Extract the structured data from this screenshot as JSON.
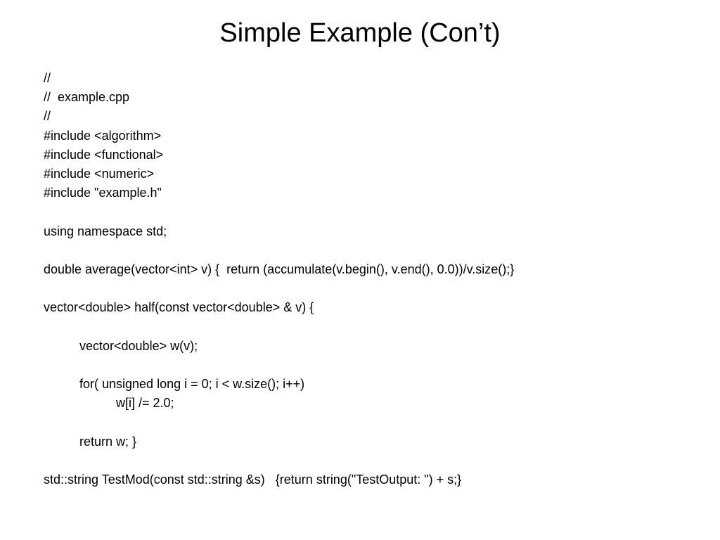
{
  "slide": {
    "title": "Simple Example (Con’t)",
    "lines": [
      {
        "text": "//",
        "indent": 0
      },
      {
        "text": "//  example.cpp",
        "indent": 0
      },
      {
        "text": "//",
        "indent": 0
      },
      {
        "text": "#include <algorithm>",
        "indent": 0
      },
      {
        "text": "#include <functional>",
        "indent": 0
      },
      {
        "text": "#include <numeric>",
        "indent": 0
      },
      {
        "text": "#include \"example.h\"",
        "indent": 0
      },
      {
        "text": "",
        "indent": 0
      },
      {
        "text": "using namespace std;",
        "indent": 0
      },
      {
        "text": "",
        "indent": 0
      },
      {
        "text": "double average(vector<int> v) {  return (accumulate(v.begin(), v.end(), 0.0))/v.size();}",
        "indent": 0
      },
      {
        "text": "",
        "indent": 0
      },
      {
        "text": "vector<double> half(const vector<double> & v) {",
        "indent": 0
      },
      {
        "text": "",
        "indent": 0
      },
      {
        "text": "vector<double> w(v);",
        "indent": 1
      },
      {
        "text": "",
        "indent": 0
      },
      {
        "text": "for( unsigned long i = 0; i < w.size(); i++)",
        "indent": 1
      },
      {
        "text": "w[i] /= 2.0;",
        "indent": 2
      },
      {
        "text": "",
        "indent": 0
      },
      {
        "text": "return w; }",
        "indent": 1
      },
      {
        "text": "",
        "indent": 0
      },
      {
        "text": "std::string TestMod(const std::string &s)   {return string(\"TestOutput: \") + s;}",
        "indent": 0
      }
    ]
  }
}
